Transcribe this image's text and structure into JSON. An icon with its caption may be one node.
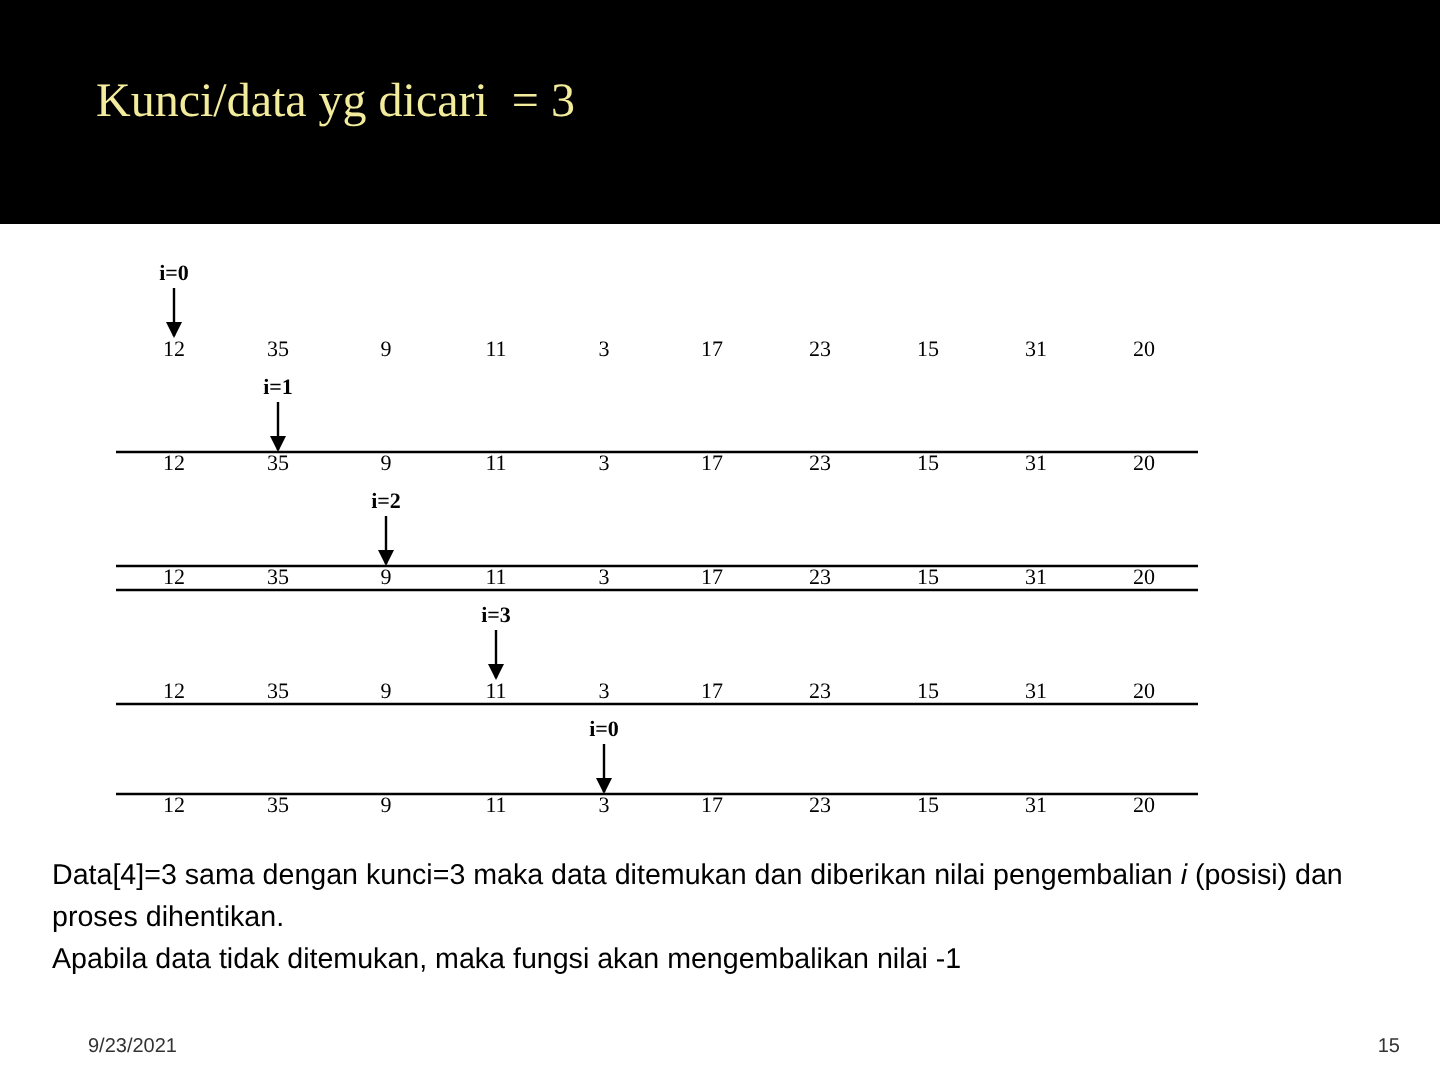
{
  "diagram": {
    "title": "Kunci/data yg dicari  = 3",
    "nodes": [
      {
        "text": [
          "i=0"
        ]
      },
      {
        "text": [
          "12"
        ]
      },
      {
        "text": [
          "35"
        ]
      },
      {
        "text": [
          "9"
        ]
      },
      {
        "text": [
          "11"
        ]
      },
      {
        "text": [
          "3"
        ]
      },
      {
        "text": [
          "17"
        ]
      },
      {
        "text": [
          "23"
        ]
      },
      {
        "text": [
          "15"
        ]
      },
      {
        "text": [
          "31"
        ]
      },
      {
        "text": [
          "20"
        ]
      },
      {
        "text": [
          "i=1"
        ]
      },
      {
        "text": [
          "12"
        ]
      },
      {
        "text": [
          "35"
        ]
      },
      {
        "text": [
          "9"
        ]
      },
      {
        "text": [
          "11"
        ]
      },
      {
        "text": [
          "3"
        ]
      },
      {
        "text": [
          "17"
        ]
      },
      {
        "text": [
          "23"
        ]
      },
      {
        "text": [
          "15"
        ]
      },
      {
        "text": [
          "31"
        ]
      },
      {
        "text": [
          "20"
        ]
      },
      {
        "text": [
          "i=2"
        ]
      },
      {
        "text": [
          "12"
        ]
      },
      {
        "text": [
          "35"
        ]
      },
      {
        "text": [
          "9"
        ]
      },
      {
        "text": [
          "11"
        ]
      },
      {
        "text": [
          "3"
        ]
      },
      {
        "text": [
          "17"
        ]
      },
      {
        "text": [
          "23"
        ]
      },
      {
        "text": [
          "15"
        ]
      },
      {
        "text": [
          "31"
        ]
      },
      {
        "text": [
          "20"
        ]
      },
      {
        "text": [
          "i=3"
        ]
      },
      {
        "text": [
          "12"
        ]
      },
      {
        "text": [
          "35"
        ]
      },
      {
        "text": [
          "9"
        ]
      },
      {
        "text": [
          "11"
        ]
      },
      {
        "text": [
          "3"
        ]
      },
      {
        "text": [
          "17"
        ]
      },
      {
        "text": [
          "23"
        ]
      },
      {
        "text": [
          "15"
        ]
      },
      {
        "text": [
          "31"
        ]
      },
      {
        "text": [
          "20"
        ]
      },
      {
        "text": [
          "i=0"
        ]
      },
      {
        "text": [
          "12"
        ]
      },
      {
        "text": [
          "35"
        ]
      },
      {
        "text": [
          "9"
        ]
      },
      {
        "text": [
          "11"
        ]
      },
      {
        "text": [
          "3"
        ]
      },
      {
        "text": [
          "17"
        ]
      },
      {
        "text": [
          "23"
        ]
      },
      {
        "text": [
          "15"
        ]
      },
      {
        "text": [
          "31"
        ]
      },
      {
        "text": [
          "20"
        ]
      }
    ],
    "edges": [
      {
        "from": 0,
        "to": 1,
        "arrow": "to"
      },
      {
        "from": 11,
        "to": 13,
        "arrow": "to"
      },
      {
        "from": 22,
        "to": 25,
        "arrow": "to"
      },
      {
        "from": 33,
        "to": 37,
        "arrow": "to"
      },
      {
        "from": 44,
        "to": 49,
        "arrow": "to"
      }
    ],
    "labels": [
      "Data[4]=3 sama dengan kunci=3 maka data ditemukan dan diberikan nilai pengembalian *i* (posisi) dan proses dihentikan.",
      "Apabila data tidak ditemukan, maka fungsi akan mengembalikan nilai -1",
      "9/23/2021",
      "15"
    ]
  }
}
